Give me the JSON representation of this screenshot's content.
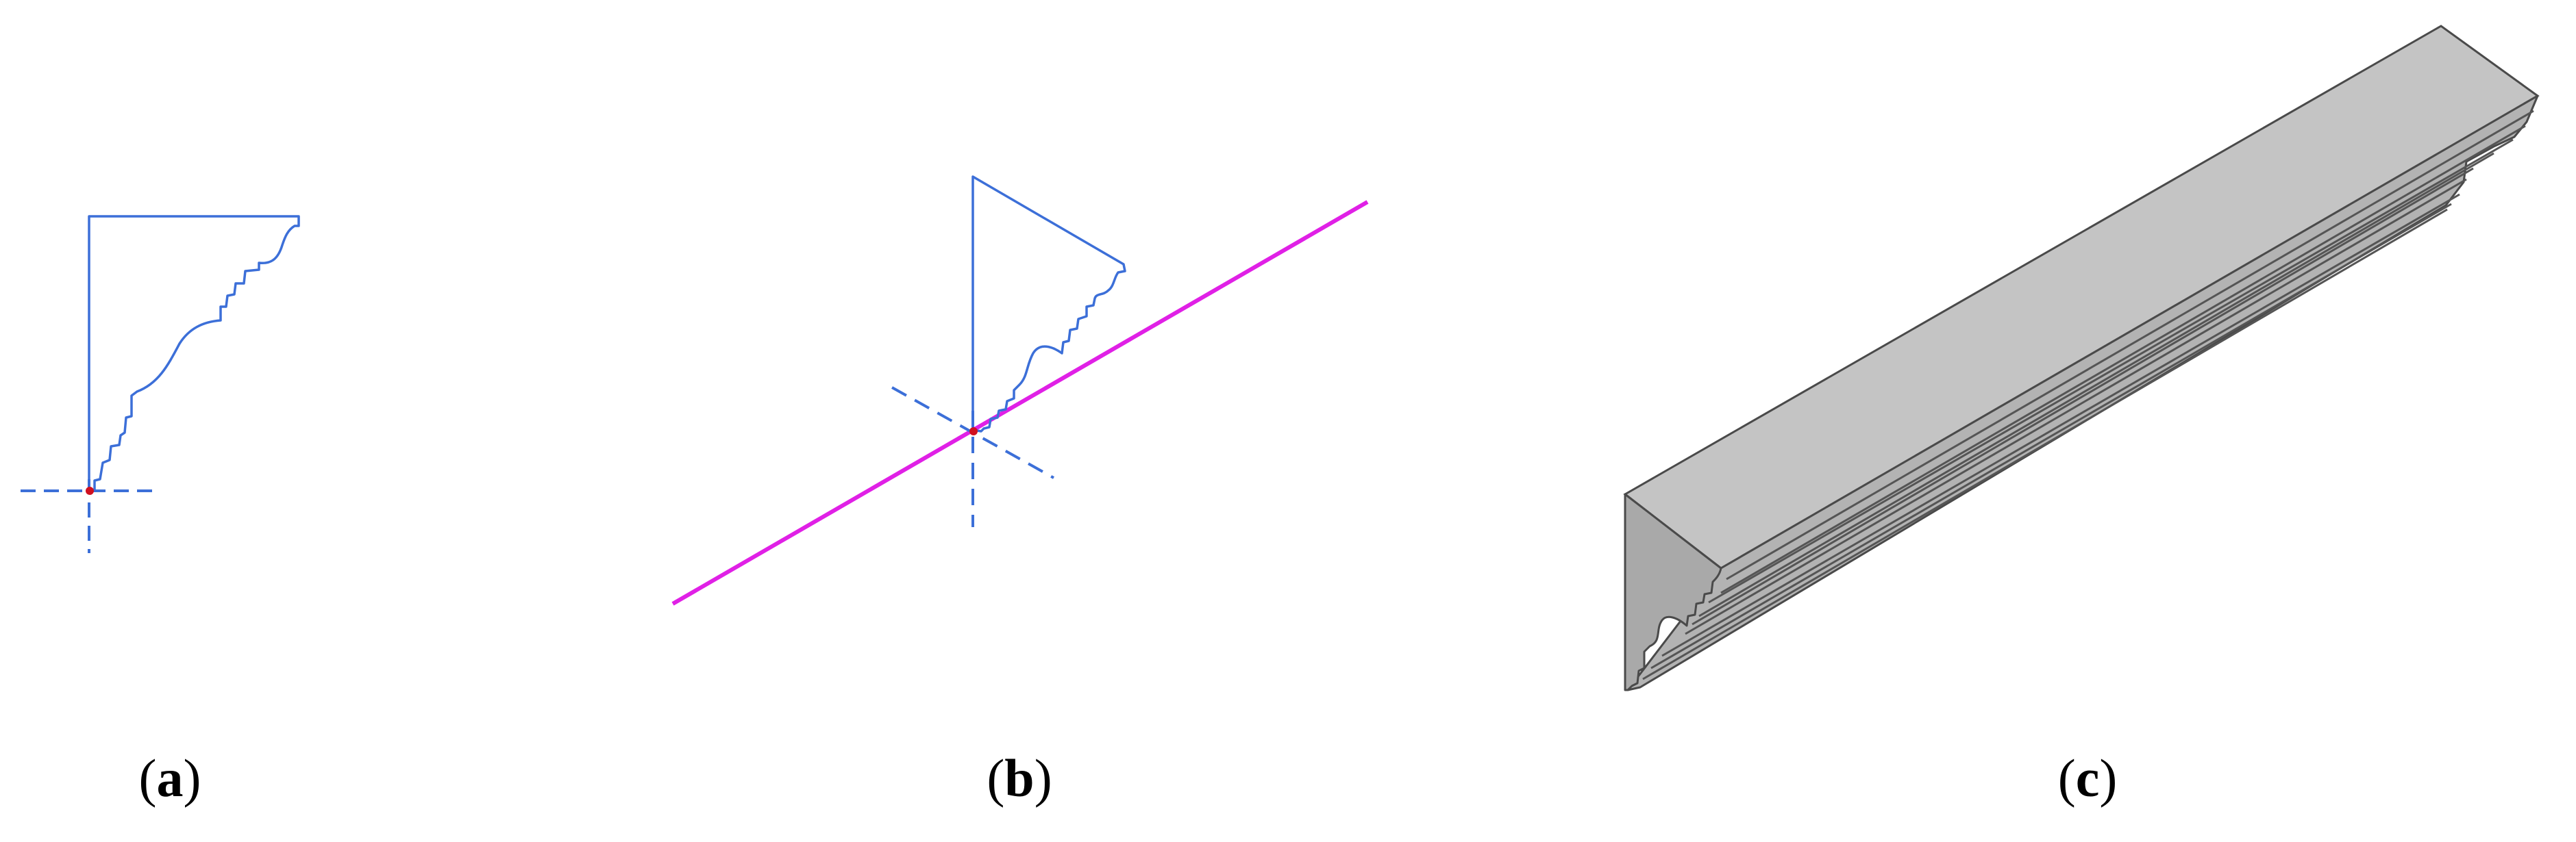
{
  "captions": {
    "a": "a",
    "b": "b",
    "c": "c"
  },
  "colors": {
    "profile_line": "#3c6fd8",
    "path_line": "#e020e6",
    "origin_point": "#d01020",
    "solid_face_top": "#c4c4c4",
    "solid_face_side": "#b0b0b0",
    "solid_edge": "#4a4a4a"
  },
  "panels": [
    {
      "id": "a",
      "content": "crown-molding-profile-sketch"
    },
    {
      "id": "b",
      "content": "profile-on-sweep-path"
    },
    {
      "id": "c",
      "content": "swept-crown-molding-solid"
    }
  ]
}
